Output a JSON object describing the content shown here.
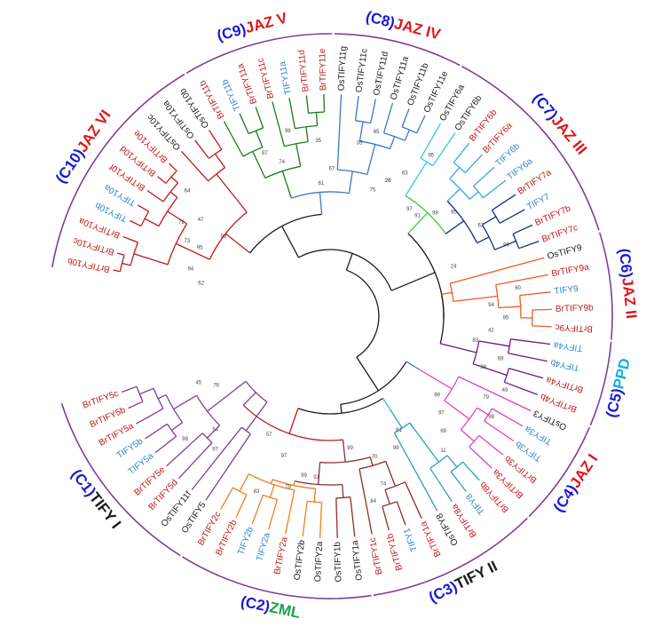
{
  "colors": {
    "red": "#c0181a",
    "blue": "#2e86c8",
    "black": "#1a1a1a",
    "label_blue": "#1a1ad0",
    "label_red": "#e0151c",
    "green": "#1aa34a",
    "cyan": "#10b0e0",
    "purple": "#7b3f98",
    "orange": "#ef7d1a",
    "brown": "#8b2e2e",
    "tealblue": "#2a9fc4",
    "magenta": "#e040c8",
    "darkpurple": "#6a1a7a",
    "orangered": "#f05a20",
    "navy": "#1a2a8a",
    "mblue": "#3a78c8",
    "lblue": "#3aa6e8",
    "darkgreen": "#1a7a1a",
    "lgreen": "#3ac63a",
    "dred": "#c01818",
    "cyanline": "#30c8e0"
  },
  "leaves": [
    {
      "name": "BrTIFY10b",
      "color": "red"
    },
    {
      "name": "BrTIFY10c",
      "color": "red"
    },
    {
      "name": "BrTIFY10a",
      "color": "red"
    },
    {
      "name": "TIFY10b",
      "color": "blue"
    },
    {
      "name": "TIFY10a",
      "color": "blue"
    },
    {
      "name": "BrTIFY10f",
      "color": "red"
    },
    {
      "name": "BrTIFY10d",
      "color": "red"
    },
    {
      "name": "BrTIFY10e",
      "color": "red"
    },
    {
      "name": "OsTIFY10c",
      "color": "black"
    },
    {
      "name": "OsTIFY10a",
      "color": "black"
    },
    {
      "name": "OsTIFY10b",
      "color": "black"
    },
    {
      "name": "BrTIFY11b",
      "color": "red"
    },
    {
      "name": "TIFY11b",
      "color": "blue"
    },
    {
      "name": "BrTIFY11a",
      "color": "red"
    },
    {
      "name": "BrTIFY11c",
      "color": "red"
    },
    {
      "name": "TIFY11a",
      "color": "blue"
    },
    {
      "name": "BrTIFY11d",
      "color": "red"
    },
    {
      "name": "BrTIFY11e",
      "color": "red"
    },
    {
      "name": "OsTIFY11g",
      "color": "black"
    },
    {
      "name": "OsTIFY11c",
      "color": "black"
    },
    {
      "name": "OsTIFY11d",
      "color": "black"
    },
    {
      "name": "OsTIFY11a",
      "color": "black"
    },
    {
      "name": "OsTIFY11b",
      "color": "black"
    },
    {
      "name": "OsTIFY11e",
      "color": "black"
    },
    {
      "name": "OsTIFY6a",
      "color": "black"
    },
    {
      "name": "OsTIFY6b",
      "color": "black"
    },
    {
      "name": "BrTIFY6b",
      "color": "red"
    },
    {
      "name": "BrTIFY6a",
      "color": "red"
    },
    {
      "name": "TIFY6b",
      "color": "blue"
    },
    {
      "name": "TIFY6a",
      "color": "blue"
    },
    {
      "name": "BrTIFY7a",
      "color": "red"
    },
    {
      "name": "TIFY7",
      "color": "blue"
    },
    {
      "name": "BrTIFY7b",
      "color": "red"
    },
    {
      "name": "BrTIFY7c",
      "color": "red"
    },
    {
      "name": "OsTIFY9",
      "color": "black"
    },
    {
      "name": "BrTIFY9a",
      "color": "red"
    },
    {
      "name": "TIFY9",
      "color": "blue"
    },
    {
      "name": "BrTIFY9b",
      "color": "red"
    },
    {
      "name": "BrTIFY9c",
      "color": "red"
    },
    {
      "name": "TIFY4a",
      "color": "blue"
    },
    {
      "name": "TIFY4b",
      "color": "blue"
    },
    {
      "name": "BrTIFY4a",
      "color": "red"
    },
    {
      "name": "BrTIFY4b",
      "color": "red"
    },
    {
      "name": "OsTIFY3",
      "color": "black"
    },
    {
      "name": "TIFY3a",
      "color": "blue"
    },
    {
      "name": "TIFY3b",
      "color": "blue"
    },
    {
      "name": "BrTIFY3b",
      "color": "red"
    },
    {
      "name": "BrTIFY3a",
      "color": "red"
    },
    {
      "name": "BrTIFY8b",
      "color": "red"
    },
    {
      "name": "TIFY8",
      "color": "blue"
    },
    {
      "name": "BrTIFY8a",
      "color": "red"
    },
    {
      "name": "OsTIFY8",
      "color": "black"
    },
    {
      "name": "BrTIFY1a",
      "color": "red"
    },
    {
      "name": "TIFY1",
      "color": "blue"
    },
    {
      "name": "BrTIFY1b",
      "color": "red"
    },
    {
      "name": "BrTIFY1c",
      "color": "red"
    },
    {
      "name": "OsTIFY1a",
      "color": "black"
    },
    {
      "name": "OsTIFY1b",
      "color": "black"
    },
    {
      "name": "OsTIFY2a",
      "color": "black"
    },
    {
      "name": "OsTIFY2b",
      "color": "black"
    },
    {
      "name": "BrTIFY2a",
      "color": "red"
    },
    {
      "name": "TIFY2a",
      "color": "blue"
    },
    {
      "name": "TIFY2b",
      "color": "blue"
    },
    {
      "name": "BrTIFY2b",
      "color": "red"
    },
    {
      "name": "BrTIFY2c",
      "color": "red"
    },
    {
      "name": "OsTIFY5",
      "color": "black"
    },
    {
      "name": "OsTIFY11f",
      "color": "black"
    },
    {
      "name": "BrTIFY5d",
      "color": "red"
    },
    {
      "name": "BrTIFY5e",
      "color": "red"
    },
    {
      "name": "TIFY5a",
      "color": "blue"
    },
    {
      "name": "TIFY5b",
      "color": "blue"
    },
    {
      "name": "BrTIFY5a",
      "color": "red"
    },
    {
      "name": "BrTIFY5b",
      "color": "red"
    },
    {
      "name": "BrTIFY5c",
      "color": "red"
    }
  ],
  "clades": [
    {
      "code": "(C1)",
      "name": "TIFY I",
      "name_color": "black",
      "from": 65,
      "to": 73
    },
    {
      "code": "(C2)",
      "name": "ZML",
      "name_color": "green",
      "from": 56,
      "to": 64
    },
    {
      "code": "(C3)",
      "name": "TIFY II",
      "name_color": "black",
      "from": 48,
      "to": 55
    },
    {
      "code": "(C4)",
      "name": "JAZ I",
      "name_color": "label_red",
      "from": 43,
      "to": 47
    },
    {
      "code": "(C5)",
      "name": "PPD",
      "name_color": "cyan",
      "from": 39,
      "to": 42
    },
    {
      "code": "(C6)",
      "name": "JAZ II",
      "name_color": "label_red",
      "from": 34,
      "to": 38
    },
    {
      "code": "(C7)",
      "name": "JAZ III",
      "name_color": "label_red",
      "from": 24,
      "to": 33
    },
    {
      "code": "(C8)",
      "name": "JAZ IV",
      "name_color": "label_red",
      "from": 18,
      "to": 23
    },
    {
      "code": "(C9)",
      "name": "JAZ V",
      "name_color": "label_red",
      "from": 11,
      "to": 17
    },
    {
      "code": "(C10)",
      "name": "JAZ VI",
      "name_color": "label_red",
      "from": 0,
      "to": 10
    }
  ],
  "bootstrap": [
    {
      "leaf": 0,
      "value": "62"
    },
    {
      "leaf": 1,
      "value": "94"
    },
    {
      "leaf": 3,
      "value": "73"
    },
    {
      "leaf": 4,
      "value": "79"
    },
    {
      "leaf": 6,
      "value": "64"
    },
    {
      "leaf": 5,
      "value": "99"
    },
    {
      "leaf": 3,
      "value": "95"
    },
    {
      "leaf": 5,
      "value": "47"
    },
    {
      "leaf": 12,
      "value": "87"
    },
    {
      "leaf": 14,
      "value": "98"
    },
    {
      "leaf": 16,
      "value": "61"
    },
    {
      "leaf": 17,
      "value": "67"
    },
    {
      "leaf": 13,
      "value": "74"
    },
    {
      "leaf": 19,
      "value": "35"
    },
    {
      "leaf": 20,
      "value": "65"
    },
    {
      "leaf": 21,
      "value": "75"
    },
    {
      "leaf": 22,
      "value": "23"
    },
    {
      "leaf": 23,
      "value": "63"
    },
    {
      "leaf": 16,
      "value": "35"
    },
    {
      "leaf": 24,
      "value": "95"
    },
    {
      "leaf": 26,
      "value": "91"
    },
    {
      "leaf": 27,
      "value": "99"
    },
    {
      "leaf": 28,
      "value": "95"
    },
    {
      "leaf": 30,
      "value": "62"
    },
    {
      "leaf": 32,
      "value": "99"
    },
    {
      "leaf": 25,
      "value": "97"
    },
    {
      "leaf": 22,
      "value": "20"
    },
    {
      "leaf": 36,
      "value": "94"
    },
    {
      "leaf": 37,
      "value": "95"
    },
    {
      "leaf": 35,
      "value": "60"
    },
    {
      "leaf": 32,
      "value": "24"
    },
    {
      "leaf": 39,
      "value": "83"
    },
    {
      "leaf": 41,
      "value": "99"
    },
    {
      "leaf": 40,
      "value": "69"
    },
    {
      "leaf": 44,
      "value": "98"
    },
    {
      "leaf": 45,
      "value": "99"
    },
    {
      "leaf": 46,
      "value": "97"
    },
    {
      "leaf": 47,
      "value": "69"
    },
    {
      "leaf": 43,
      "value": "79"
    },
    {
      "leaf": 42,
      "value": "49"
    },
    {
      "leaf": 50,
      "value": "81"
    },
    {
      "leaf": 51,
      "value": "99"
    },
    {
      "leaf": 38,
      "value": "42"
    },
    {
      "leaf": 53,
      "value": "74"
    },
    {
      "leaf": 54,
      "value": "84"
    },
    {
      "leaf": 55,
      "value": "99"
    },
    {
      "leaf": 53,
      "value": "70"
    },
    {
      "leaf": 59,
      "value": "99"
    },
    {
      "leaf": 60,
      "value": "79"
    },
    {
      "leaf": 62,
      "value": "83"
    },
    {
      "leaf": 63,
      "value": "57"
    },
    {
      "leaf": 61,
      "value": "97"
    },
    {
      "leaf": 58,
      "value": "91"
    },
    {
      "leaf": 66,
      "value": "97"
    },
    {
      "leaf": 68,
      "value": "99"
    },
    {
      "leaf": 70,
      "value": "76"
    },
    {
      "leaf": 71,
      "value": "45"
    },
    {
      "leaf": 67,
      "value": "54"
    },
    {
      "leaf": 48,
      "value": "11"
    }
  ]
}
